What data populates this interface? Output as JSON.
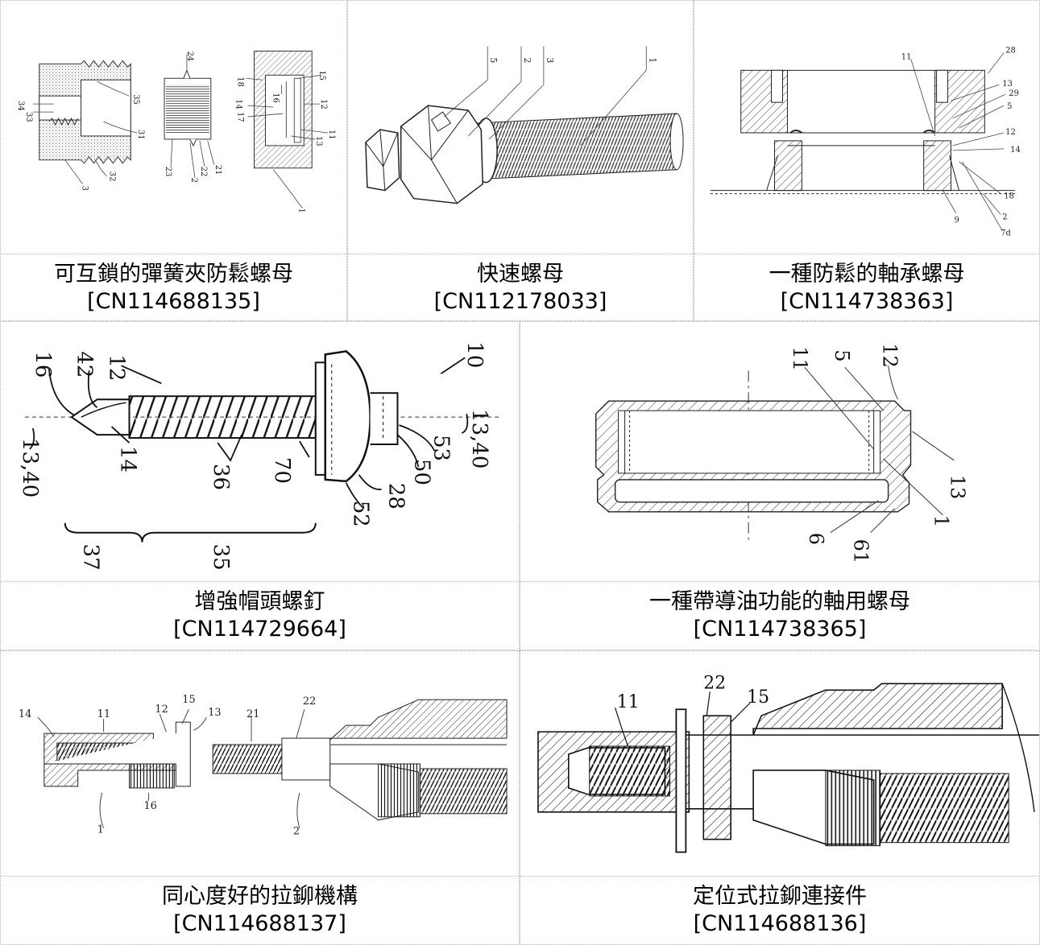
{
  "panels": [
    {
      "title": "可互鎖的彈簧夾防鬆螺母",
      "number": "[CN114688135]",
      "labels": [
        "24",
        "35",
        "31",
        "34",
        "33",
        "32",
        "3",
        "18",
        "16",
        "15",
        "12",
        "14",
        "17",
        "11",
        "13",
        "23",
        "2",
        "22",
        "21",
        "1"
      ]
    },
    {
      "title": "快速螺母",
      "number": "[CN112178033]",
      "labels": [
        "5",
        "2",
        "3",
        "1"
      ]
    },
    {
      "title": "一種防鬆的軸承螺母",
      "number": "[CN114738363]",
      "labels": [
        "11",
        "28",
        "13",
        "29",
        "5",
        "12",
        "14",
        "18",
        "9",
        "2",
        "7d"
      ]
    },
    {
      "title": "增強帽頭螺釘",
      "number": "[CN114729664]",
      "labels": [
        "12",
        "42",
        "16",
        "10",
        "13,40",
        "14",
        "36",
        "70",
        "53",
        "50",
        "28",
        "52",
        "37",
        "35"
      ]
    },
    {
      "title": "一種帶導油功能的軸用螺母",
      "number": "[CN114738365]",
      "labels": [
        "11",
        "5",
        "12",
        "13",
        "1",
        "6",
        "61"
      ]
    },
    {
      "title": "同心度好的拉鉚機構",
      "number": "[CN114688137]",
      "labels": [
        "14",
        "11",
        "12",
        "15",
        "13",
        "21",
        "22",
        "16",
        "1",
        "2"
      ]
    },
    {
      "title": "定位式拉鉚連接件",
      "number": "[CN114688136]",
      "labels": [
        "11",
        "22",
        "15"
      ]
    }
  ]
}
